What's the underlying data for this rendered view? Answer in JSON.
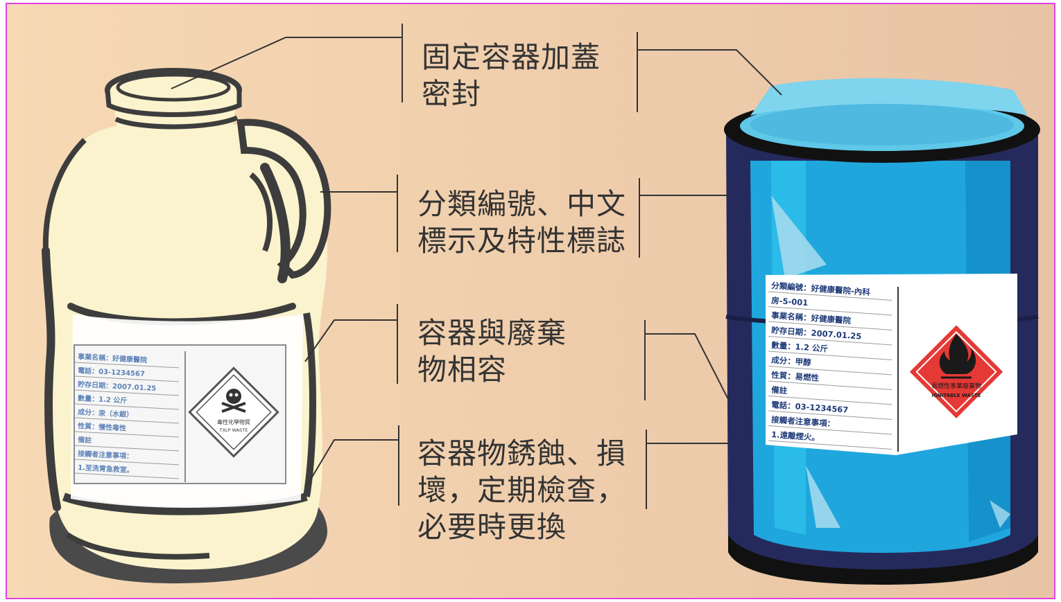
{
  "callouts": [
    {
      "lines": [
        "固定容器加蓋",
        "密封"
      ]
    },
    {
      "lines": [
        "分類編號、中文",
        "標示及特性標誌"
      ]
    },
    {
      "lines": [
        "容器與廢棄",
        "物相容"
      ]
    },
    {
      "lines": [
        "容器物銹蝕、損",
        "壞，定期檢查，",
        "必要時更換"
      ]
    }
  ],
  "bottle_label": {
    "rows": [
      "事業名稱：好健康醫院",
      "電話：03-1234567",
      "貯存日期：2007.01.25",
      "數量：1.2 公斤",
      "成分：汞（水銀）",
      "性質：慢性毒性",
      "備註",
      "接觸者注意事項：",
      "1.至洗胃急救室。"
    ],
    "hazard_text": "毒性化學物質",
    "hazard_sub": "TXLP WASTE"
  },
  "drum_label": {
    "rows": [
      "分類編號：好健康醫院-內科",
      "房-5-001",
      "事業名稱：好健康醫院",
      "貯存日期：2007.01.25",
      "數量：1.2 公斤",
      "成分：甲醇",
      "性質：易燃性",
      "備註",
      "電話：03-1234567",
      "接觸者注意事項：",
      "1.遠離煙火。"
    ],
    "hazard_text": "易燃性事業廢棄物",
    "hazard_sub": "IGNITABLE WASTE"
  },
  "colors": {
    "background_left": "#f6d7b3",
    "background_right": "#e9c4a6",
    "line": "#333333",
    "bottle_fill": "#fbf3cd",
    "drum_dark": "#252a5c",
    "drum_blue": "#1f9fd8",
    "hazard_red": "#e53935",
    "frame": "#e040e0"
  }
}
